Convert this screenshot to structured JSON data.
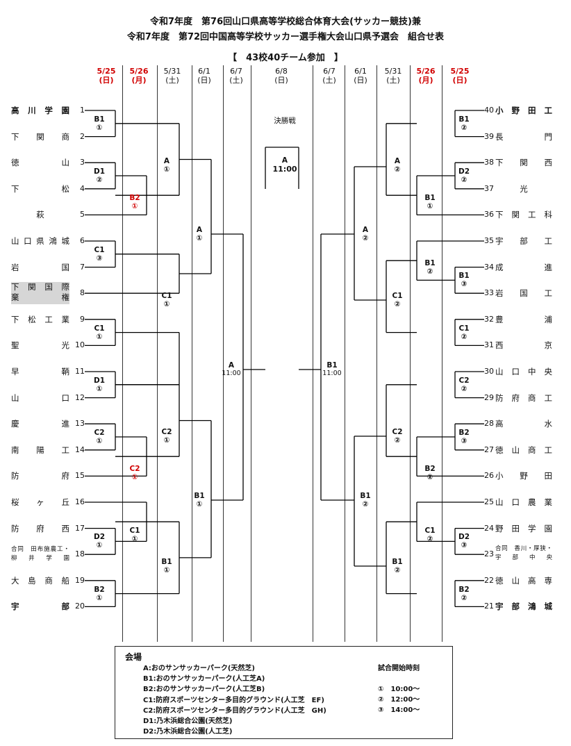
{
  "header": {
    "line1": "令和7年度　第76回山口県高等学校総合体育大会(サッカー競技)兼",
    "line2": "令和7年度　第72回中国高等学校サッカー選手権大会山口県予選会　組合せ表",
    "line3": "【　43校40チーム参加　】"
  },
  "dates": [
    {
      "d": "5/25",
      "w": "(日)",
      "red": true
    },
    {
      "d": "5/26",
      "w": "(月)",
      "red": true
    },
    {
      "d": "5/31",
      "w": "(土)",
      "red": false
    },
    {
      "d": "6/1",
      "w": "(日)",
      "red": false
    },
    {
      "d": "6/7",
      "w": "(土)",
      "red": false
    },
    {
      "d": "6/8",
      "w": "(日)",
      "red": false
    },
    {
      "d": "6/7",
      "w": "(土)",
      "red": false
    },
    {
      "d": "6/1",
      "w": "(日)",
      "red": false
    },
    {
      "d": "5/31",
      "w": "(土)",
      "red": false
    },
    {
      "d": "5/26",
      "w": "(月)",
      "red": true
    },
    {
      "d": "5/25",
      "w": "(日)",
      "red": true
    }
  ],
  "left_teams": [
    {
      "name": "高川学園",
      "num": "1",
      "bold": true
    },
    {
      "name": "下関商",
      "num": "2"
    },
    {
      "name": "徳山",
      "num": "3"
    },
    {
      "name": "下松",
      "num": "4"
    },
    {
      "name": "萩",
      "num": "5"
    },
    {
      "name": "山口県鴻城",
      "num": "6"
    },
    {
      "name": "岩国",
      "num": "7"
    },
    {
      "name": "下関国際",
      "name2": "棄権",
      "num": "8",
      "shade": true
    },
    {
      "name": "下松工業",
      "num": "9"
    },
    {
      "name": "聖光",
      "num": "10"
    },
    {
      "name": "早鞆",
      "num": "11"
    },
    {
      "name": "山口",
      "num": "12"
    },
    {
      "name": "慶進",
      "num": "13"
    },
    {
      "name": "南陽工",
      "num": "14"
    },
    {
      "name": "防府",
      "num": "15"
    },
    {
      "name": "桜ヶ丘",
      "num": "16"
    },
    {
      "name": "防府西",
      "num": "17"
    },
    {
      "name": "合同　田布施農工・",
      "name2": "柳　井　学　園",
      "num": "18",
      "small": true
    },
    {
      "name": "大島商船",
      "num": "19"
    },
    {
      "name": "宇部",
      "num": "20",
      "bold": true
    }
  ],
  "right_teams": [
    {
      "name": "小野田工",
      "num": "40",
      "bold": true
    },
    {
      "name": "長門",
      "num": "39"
    },
    {
      "name": "下関西",
      "num": "38"
    },
    {
      "name": "光",
      "num": "37"
    },
    {
      "name": "下関工科",
      "num": "36"
    },
    {
      "name": "宇部工",
      "num": "35"
    },
    {
      "name": "成進",
      "num": "34"
    },
    {
      "name": "岩国工",
      "num": "33"
    },
    {
      "name": "豊浦",
      "num": "32"
    },
    {
      "name": "西京",
      "num": "31"
    },
    {
      "name": "山口中央",
      "num": "30"
    },
    {
      "name": "防府商工",
      "num": "29"
    },
    {
      "name": "高水",
      "num": "28"
    },
    {
      "name": "徳山商工",
      "num": "27"
    },
    {
      "name": "小野田",
      "num": "26"
    },
    {
      "name": "山口農業",
      "num": "25"
    },
    {
      "name": "野田学園",
      "num": "24"
    },
    {
      "name": "合同　香川・厚狭・",
      "name2": "宇　部　中　央",
      "num": "23",
      "small": true
    },
    {
      "name": "徳山高専",
      "num": "22"
    },
    {
      "name": "宇部鴻城",
      "num": "21",
      "bold": true
    }
  ],
  "final": {
    "caption": "決勝戦",
    "venue": "A",
    "time": "11:00"
  },
  "semis": {
    "left_venue": "A",
    "left_time": "11:00",
    "right_venue": "B1",
    "right_time": "11:00"
  },
  "matches": {
    "L_r1_a": {
      "v": "B1",
      "t": "①"
    },
    "L_r1_b": {
      "v": "D1",
      "t": "②"
    },
    "L_r1_c": {
      "v": "C1",
      "t": "③"
    },
    "L_r1_d": {
      "v": "C1",
      "t": "①"
    },
    "L_r1_e": {
      "v": "D1",
      "t": "①"
    },
    "L_r1_f": {
      "v": "C2",
      "t": "①"
    },
    "L_r1_g": {
      "v": "D2",
      "t": "①"
    },
    "L_r1_h": {
      "v": "B2",
      "t": "①"
    },
    "L_r2_a": {
      "v": "B2",
      "t": "①",
      "red": true
    },
    "L_r2_b": {
      "v": "C2",
      "t": "①",
      "red": true
    },
    "L_r2_c": {
      "v": "C1",
      "t": "①"
    },
    "L_r3_a": {
      "v": "A",
      "t": "①"
    },
    "L_r3_b": {
      "v": "C1",
      "t": "①"
    },
    "L_r3_c": {
      "v": "C2",
      "t": "①"
    },
    "L_r3_d": {
      "v": "B1",
      "t": "①"
    },
    "L_r4_a": {
      "v": "A",
      "t": "①"
    },
    "L_r4_b": {
      "v": "B1",
      "t": "①"
    },
    "R_r1_a": {
      "v": "B1",
      "t": "②"
    },
    "R_r1_b": {
      "v": "D2",
      "t": "②"
    },
    "R_r1_c": {
      "v": "B1",
      "t": "③"
    },
    "R_r1_d": {
      "v": "C1",
      "t": "②"
    },
    "R_r1_e": {
      "v": "C2",
      "t": "②"
    },
    "R_r1_f": {
      "v": "B2",
      "t": "③"
    },
    "R_r1_g": {
      "v": "D2",
      "t": "③"
    },
    "R_r1_h": {
      "v": "B2",
      "t": "②"
    },
    "R_r2_a": {
      "v": "B1",
      "t": "①"
    },
    "R_r2_b": {
      "v": "B1",
      "t": "②"
    },
    "R_r2_c": {
      "v": "B2",
      "t": "②"
    },
    "R_r2_d": {
      "v": "C1",
      "t": "②"
    },
    "R_r3_a": {
      "v": "A",
      "t": "②"
    },
    "R_r3_b": {
      "v": "C1",
      "t": "②"
    },
    "R_r3_c": {
      "v": "C2",
      "t": "②"
    },
    "R_r3_d": {
      "v": "B1",
      "t": "②"
    },
    "R_r4_a": {
      "v": "A",
      "t": "②"
    },
    "R_r4_b": {
      "v": "B1",
      "t": "②"
    }
  },
  "venue_box": {
    "heading": "会場",
    "venues": [
      "A:おのサンサッカーパーク(天然芝)",
      "B1:おのサンサッカーパーク(人工芝A)",
      "B2:おのサンサッカーパーク(人工芝B)",
      "C1:防府スポーツセンター多目的グラウンド(人工芝　EF)",
      "C2:防府スポーツセンター多目的グラウンド(人工芝　GH)",
      "D1:乃木浜総合公園(天然芝)",
      "D2:乃木浜総合公園(人工芝)"
    ],
    "time_heading": "試合開始時刻",
    "times": [
      "①　10:00～",
      "②　12:00～",
      "③　14:00～"
    ]
  }
}
